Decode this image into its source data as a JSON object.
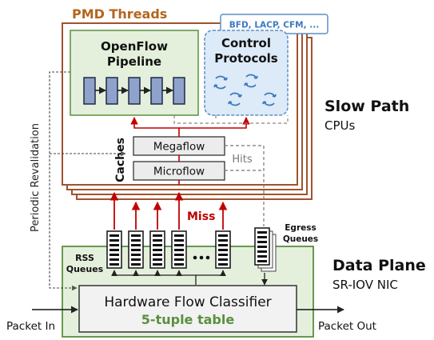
{
  "pmd": {
    "title": "PMD Threads"
  },
  "protocols_badge": "BFD, LACP, CFM, ...",
  "openflow": {
    "line1": "OpenFlow",
    "line2": "Pipeline"
  },
  "control": {
    "line1": "Control",
    "line2": "Protocols"
  },
  "caches": {
    "label": "Caches",
    "megaflow": "Megaflow",
    "microflow": "Microflow",
    "hits": "Hits"
  },
  "slow_path": {
    "title": "Slow Path",
    "subtitle": "CPUs"
  },
  "miss": "Miss",
  "egress": {
    "line1": "Egress",
    "line2": "Queues"
  },
  "rss": {
    "line1": "RSS",
    "line2": "Queues"
  },
  "revalidation": "Periodic Revalidation",
  "data_plane": {
    "title": "Data Plane",
    "subtitle": "SR-IOV NIC"
  },
  "classifier": {
    "line1": "Hardware Flow Classifier",
    "line2": "5-tuple table"
  },
  "packet_in": "Packet In",
  "packet_out": "Packet Out",
  "colors": {
    "pmd_border": "#a0522d",
    "pmd_title": "#b5651d",
    "green_fill": "#e4f0dc",
    "green_stroke": "#5b8f3f",
    "blue_fill": "#ddeaf7",
    "blue_stroke": "#5b8fc7",
    "miss_red": "#c00000",
    "table_green": "#5b8f3f"
  }
}
